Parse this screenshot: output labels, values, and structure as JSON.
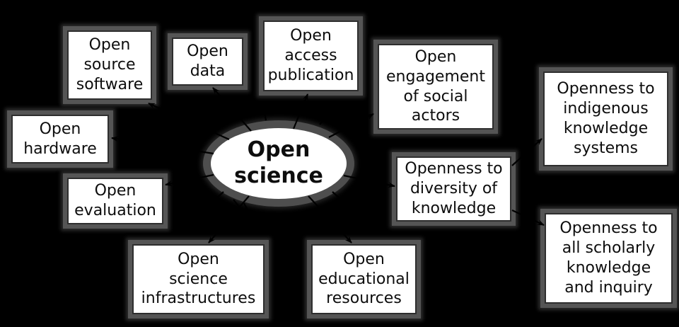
{
  "diagram": {
    "center": {
      "id": "open-science",
      "label": "Open\nscience"
    },
    "nodes": [
      {
        "id": "open-source-software",
        "label": "Open\nsource\nsoftware"
      },
      {
        "id": "open-data",
        "label": "Open\ndata"
      },
      {
        "id": "open-access-publication",
        "label": "Open\naccess\npublication"
      },
      {
        "id": "open-engagement-of-social-actors",
        "label": "Open\nengagement\nof social\nactors"
      },
      {
        "id": "openness-to-indigenous-knowledge-systems",
        "label": "Openness to\nindigenous\nknowledge\nsystems"
      },
      {
        "id": "open-hardware",
        "label": "Open\nhardware"
      },
      {
        "id": "open-evaluation",
        "label": "Open\nevaluation"
      },
      {
        "id": "openness-to-diversity-of-knowledge",
        "label": "Openness to\ndiversity of\nknowledge"
      },
      {
        "id": "openness-to-all-scholarly-knowledge-and-inquiry",
        "label": "Openness to\nall scholarly\nknowledge\nand inquiry"
      },
      {
        "id": "open-science-infrastructures",
        "label": "Open\nscience\ninfrastructures"
      },
      {
        "id": "open-educational-resources",
        "label": "Open\neducational\nresources"
      }
    ],
    "edges": [
      {
        "from": "open-science",
        "to": "open-source-software"
      },
      {
        "from": "open-science",
        "to": "open-data"
      },
      {
        "from": "open-science",
        "to": "open-access-publication"
      },
      {
        "from": "open-science",
        "to": "open-engagement-of-social-actors"
      },
      {
        "from": "open-science",
        "to": "open-hardware"
      },
      {
        "from": "open-science",
        "to": "open-evaluation"
      },
      {
        "from": "open-science",
        "to": "open-science-infrastructures"
      },
      {
        "from": "open-science",
        "to": "open-educational-resources"
      },
      {
        "from": "open-science",
        "to": "openness-to-diversity-of-knowledge"
      },
      {
        "from": "openness-to-diversity-of-knowledge",
        "to": "openness-to-indigenous-knowledge-systems"
      },
      {
        "from": "openness-to-diversity-of-knowledge",
        "to": "openness-to-all-scholarly-knowledge-and-inquiry"
      }
    ],
    "colors": {
      "background": "#000000",
      "node_fill": "#ffffff",
      "node_halo": "#555555",
      "node_border": "#2e2e2e",
      "text": "#0d0d0d",
      "arrow": "#000000"
    }
  }
}
